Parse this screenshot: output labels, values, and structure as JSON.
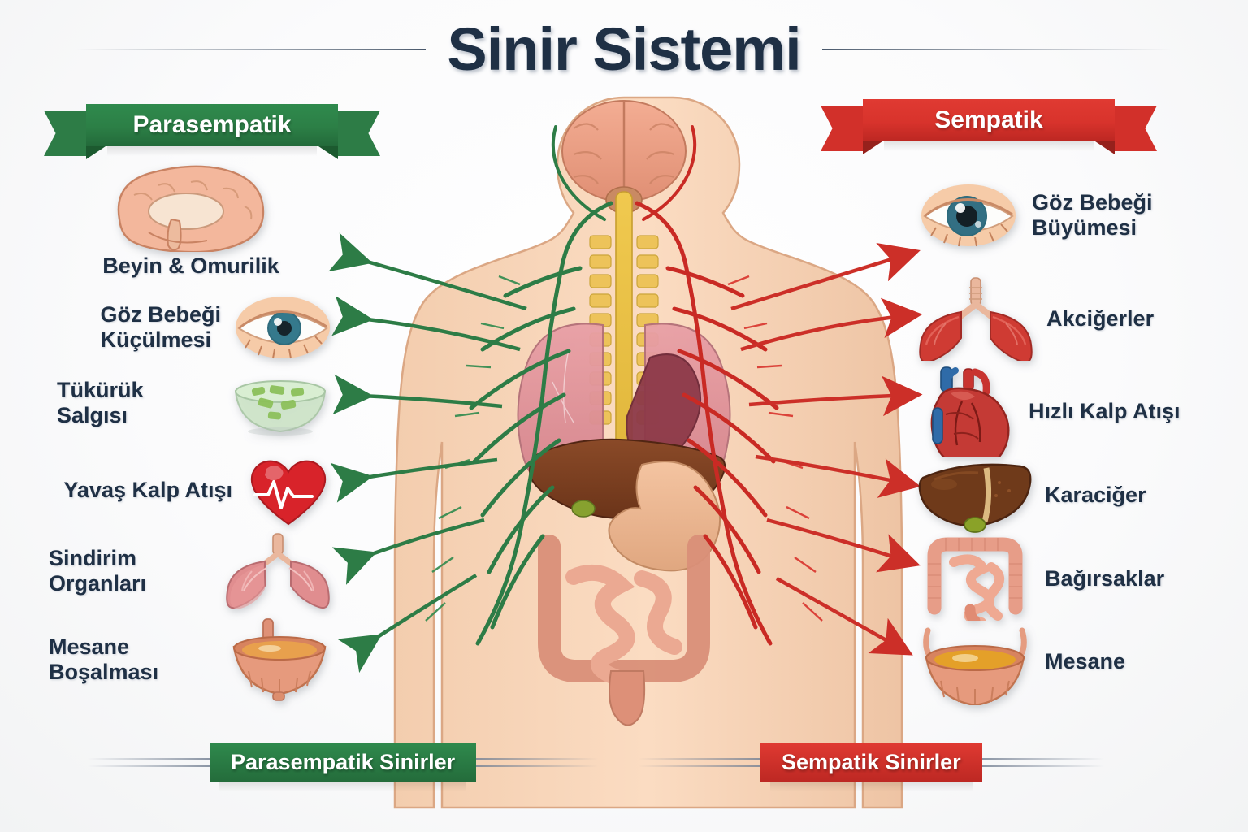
{
  "page": {
    "title": "Sinir Sistemi",
    "language": "tr",
    "background": "#f7f8f9"
  },
  "colors": {
    "title_navy": "#1f3045",
    "parasympathetic_green": "#2d7c46",
    "sympathetic_red": "#d2302a",
    "label_navy": "#1f3045"
  },
  "banners": {
    "left": {
      "label": "Parasempatik",
      "color": "#2d7c46"
    },
    "right": {
      "label": "Sempatik",
      "color": "#d2302a"
    }
  },
  "parasympathetic": {
    "side": "left",
    "arrow_color": "#2d7c46",
    "items": [
      {
        "label": "Beyin & Omurilik",
        "icon": "brain-sagittal-icon"
      },
      {
        "label": "Göz Bebeği\nKüçülmesi",
        "icon": "eye-constricted-pupil-icon"
      },
      {
        "label": "Tükürük Salgısı",
        "icon": "saliva-bowl-icon"
      },
      {
        "label": "Yavaş Kalp Atışı",
        "icon": "heart-slow-beat-icon"
      },
      {
        "label": "Sindirim Organları",
        "icon": "lungs-icon"
      },
      {
        "label": "Mesane Boşalması",
        "icon": "bladder-icon"
      }
    ]
  },
  "sympathetic": {
    "side": "right",
    "arrow_color": "#d2302a",
    "items": [
      {
        "label": "Göz Bebeği\nBüyümesi",
        "icon": "eye-dilated-pupil-icon"
      },
      {
        "label": "Akciğerler",
        "icon": "lungs-icon"
      },
      {
        "label": "Hızlı Kalp Atışı",
        "icon": "anatomical-heart-icon"
      },
      {
        "label": "Karaciğer",
        "icon": "liver-icon"
      },
      {
        "label": "Bağırsaklar",
        "icon": "intestines-icon"
      },
      {
        "label": "Mesane",
        "icon": "bladder-icon"
      }
    ]
  },
  "legend": {
    "left": {
      "label": "Parasempatik Sinirler",
      "color": "#2d7c46"
    },
    "right": {
      "label": "Sempatik Sinirler",
      "color": "#d2302a"
    }
  },
  "figure": {
    "description": "human-torso-nervous-system-diagram",
    "parts": [
      "brain",
      "spinal-cord",
      "vertebrae",
      "lungs",
      "heart",
      "liver",
      "stomach",
      "gallbladder",
      "large-intestine",
      "small-intestine"
    ],
    "nerve_left_color": "#2d7c46",
    "nerve_right_color": "#c92a24"
  }
}
